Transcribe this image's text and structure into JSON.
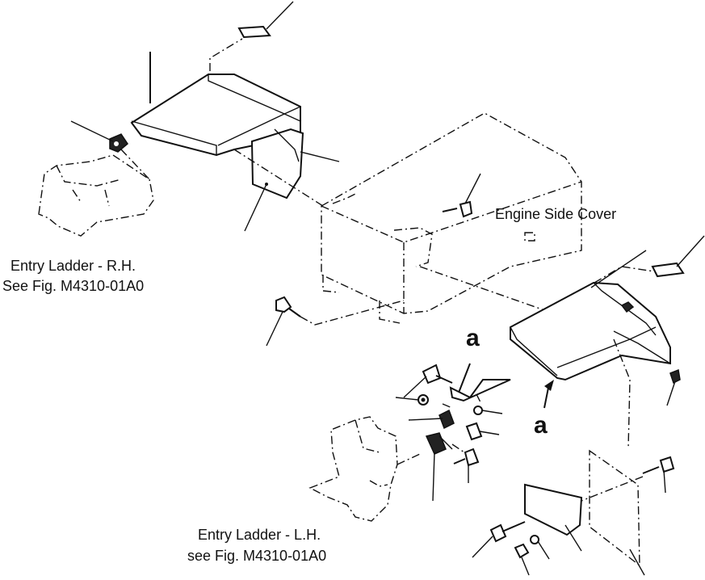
{
  "labels": {
    "engine_side_cover": "Engine Side Cover",
    "entry_ladder_rh_line1": "Entry Ladder - R.H.",
    "entry_ladder_rh_line2": "See Fig. M4310-01A0",
    "entry_ladder_lh_line1": "Entry Ladder - L.H.",
    "entry_ladder_lh_line2": "see Fig. M4310-01A0"
  },
  "callouts": {
    "a_top": "a",
    "a_bottom": "a"
  }
}
